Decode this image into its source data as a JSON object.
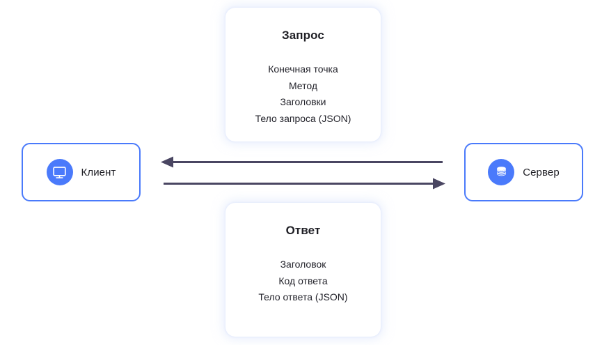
{
  "diagram": {
    "title": "Client-Server HTTP request/response diagram",
    "accent_color": "#4a7afb",
    "arrow_color": "#4a4662",
    "text_color": "#1f1f25",
    "background": "#ffffff"
  },
  "nodes": {
    "client": {
      "label": "Клиент",
      "icon": "monitor-icon"
    },
    "server": {
      "label": "Сервер",
      "icon": "database-icon"
    }
  },
  "cards": {
    "request": {
      "title": "Запрос",
      "items": [
        "Конечная точка",
        "Метод",
        "Заголовки",
        "Тело запроса (JSON)"
      ]
    },
    "response": {
      "title": "Ответ",
      "items": [
        "Заголовок",
        "Код ответа",
        "Тело ответа (JSON)"
      ]
    }
  },
  "arrows": [
    {
      "name": "response-arrow",
      "direction": "server-to-client",
      "points_to": "left"
    },
    {
      "name": "request-arrow",
      "direction": "client-to-server",
      "points_to": "right"
    }
  ]
}
